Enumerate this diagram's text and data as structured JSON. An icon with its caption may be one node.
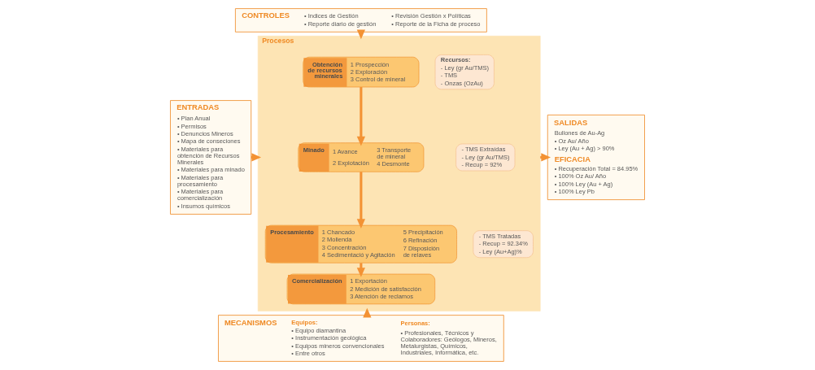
{
  "diagram": {
    "nodes": [
      {
        "text": [
          "CONTROLES",
          "• Indices de Gestión",
          "• Reporte diario de gestión",
          "• Revisión Gestión x Políticas",
          "• Reporte de la Ficha de proceso"
        ]
      },
      {
        "text": [
          "Procesos"
        ]
      },
      {
        "text": [
          "Obtención de recursos minerales",
          "1 Prospección",
          "2 Exploración",
          "3 Control de mineral"
        ],
        "in": 1
      },
      {
        "text": [
          "Recursos:",
          "- Ley (gr Au/TMS)",
          "- TMS",
          "- Onzas (OzAu)"
        ],
        "in": 1
      },
      {
        "text": [
          "Minado",
          "1 Avance",
          "2 Explotación",
          "3 Transporte de mineral",
          "4 Desmonte"
        ],
        "in": 1
      },
      {
        "text": [
          "- TMS Extraídas",
          "- Ley (gr Au/TMS)",
          "- Recup = 92%"
        ],
        "in": 1
      },
      {
        "text": [
          "Procesamiento",
          "1 Chancado",
          "2 Molienda",
          "3 Concentración",
          "4 Sedimentació y Agitación",
          "5 Precipitación",
          "6 Refinación",
          "7 Disposición de relaves"
        ],
        "in": 1
      },
      {
        "text": [
          "- TMS Tratadas",
          "- Recup = 92.34%",
          "- Ley (Au+Ag)%"
        ],
        "in": 1
      },
      {
        "text": [
          "Comercialización",
          "1 Exportación",
          "2 Medición de satisfacción",
          "3 Atención de reclamos"
        ],
        "in": 1
      },
      {
        "text": [
          "ENTRADAS",
          "• Plan Anual",
          "• Permisos",
          "• Denuncios Mineros",
          "• Mapa de conseciones",
          "• Materiales para obtención de Recursos Minerales",
          "• Materiales para minado",
          "• Materiales para procesamiento",
          "• Materiales para comercialización",
          "• Insumos químicos"
        ]
      },
      {
        "text": [
          "SALIDAS",
          "Bullones de Au-Ag",
          "• Oz Au/ Año",
          "• Ley (Au + Ag) > 90%",
          "EFICACIA",
          "• Recuperación Total = 84.95%",
          "• 100% Oz Au/ Año",
          "• 100% Ley (Au + Ag)",
          "• 100% Ley Pb"
        ]
      },
      {
        "text": [
          "MECANISMOS",
          "Equipos:",
          "• Equipo diamantina",
          "• Instrumentación geológica",
          "• Equipos mineros convencionales",
          "• Entre otros",
          "Personas:",
          "• Profesionales, Técnicos y Colaboradores: Geólogos, Mineros, Metalurgistas, Químicos, Industriales, Informática, etc."
        ]
      }
    ],
    "edges": [
      {
        "from": 0,
        "to": 1,
        "arrow": "to"
      },
      {
        "from": 9,
        "to": 1,
        "arrow": "to"
      },
      {
        "from": 1,
        "to": 10,
        "arrow": "to"
      },
      {
        "from": 11,
        "to": 1,
        "arrow": "to"
      },
      {
        "from": 2,
        "to": 4,
        "arrow": "to"
      },
      {
        "from": 4,
        "to": 6,
        "arrow": "to"
      },
      {
        "from": 6,
        "to": 8,
        "arrow": "to"
      }
    ]
  }
}
